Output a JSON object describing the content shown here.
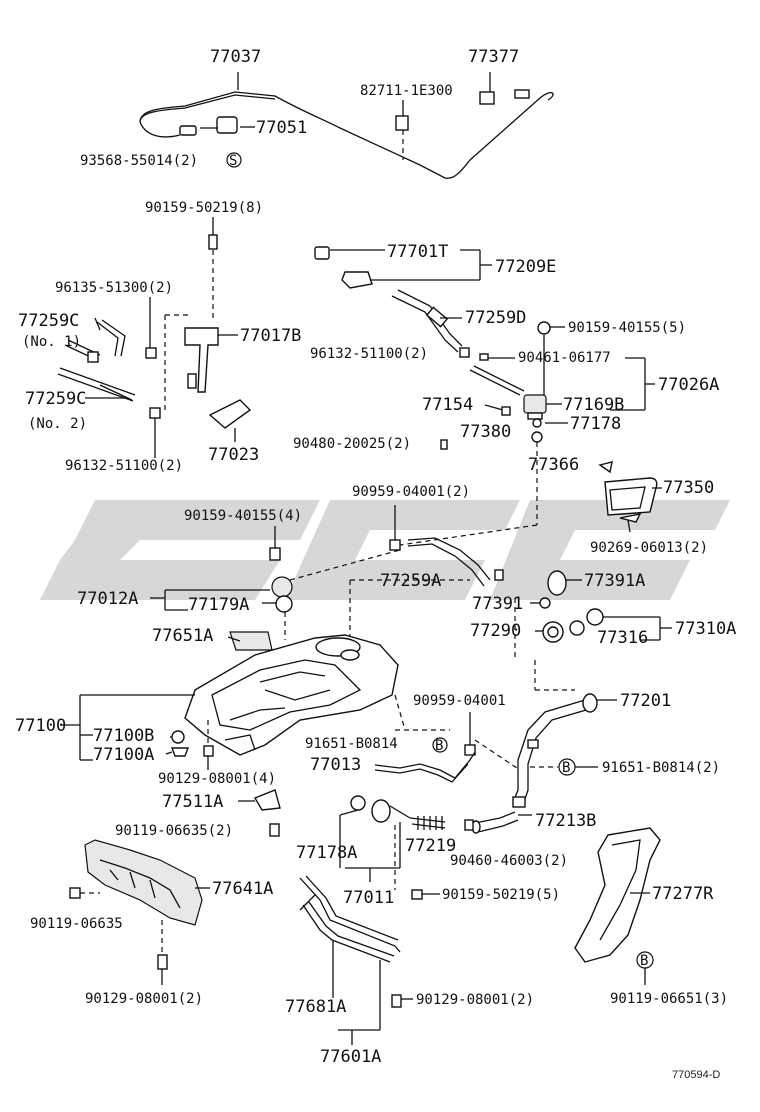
{
  "labels": {
    "p77037": "77037",
    "p77377": "77377",
    "p82711": "82711-1E300",
    "p77051": "77051",
    "p93568": "93568-55014(2)",
    "s_mark": "S",
    "p90159a": "90159-50219(8)",
    "p77701t": "77701T",
    "p77209e": "77209E",
    "p96135": "96135-51300(2)",
    "p77259c1": "77259C",
    "no1": "(No. 1)",
    "p77017b": "77017B",
    "p77259d": "77259D",
    "p90159b": "90159-40155(5)",
    "p96132a": "96132-51100(2)",
    "p90461": "90461-06177",
    "p77026a": "77026A",
    "p77259c2": "77259C",
    "no2": "(No. 2)",
    "p77154": "77154",
    "p77169b": "77169B",
    "p77380": "77380",
    "p77178": "77178",
    "p96132b": "96132-51100(2)",
    "p77023": "77023",
    "p90480": "90480-20025(2)",
    "p77366": "77366",
    "p77350": "77350",
    "p90959a": "90959-04001(2)",
    "p90159c": "90159-40155(4)",
    "p90269": "90269-06013(2)",
    "p77259a": "77259A",
    "p77391a": "77391A",
    "p77012a": "77012A",
    "p77179a": "77179A",
    "p77391": "77391",
    "p77290": "77290",
    "p77316": "77316",
    "p77310a": "77310A",
    "p77651a": "77651A",
    "p90959b": "90959-04001",
    "p77201": "77201",
    "p77100": "77100",
    "p77100b": "77100B",
    "p77100a": "77100A",
    "p91651a": "91651-B0814",
    "b_mark": "B",
    "p77013": "77013",
    "p91651b": "91651-B0814(2)",
    "p90129a": "90129-08001(4)",
    "p77511a": "77511A",
    "p77213b": "77213B",
    "p90119a": "90119-06635(2)",
    "p77219": "77219",
    "p77178a": "77178A",
    "p90460": "90460-46003(2)",
    "p77641a": "77641A",
    "p77011": "77011",
    "p90159d": "90159-50219(5)",
    "p77277r": "77277R",
    "p90119b": "90119-06635",
    "p90129b": "90129-08001(2)",
    "p90129c": "90129-08001(2)",
    "p90119c": "90119-06651(3)",
    "p77681a": "77681A",
    "p77601a": "77601A",
    "footer": "770594-D"
  },
  "watermark": {
    "color": "#c9c9c9"
  }
}
